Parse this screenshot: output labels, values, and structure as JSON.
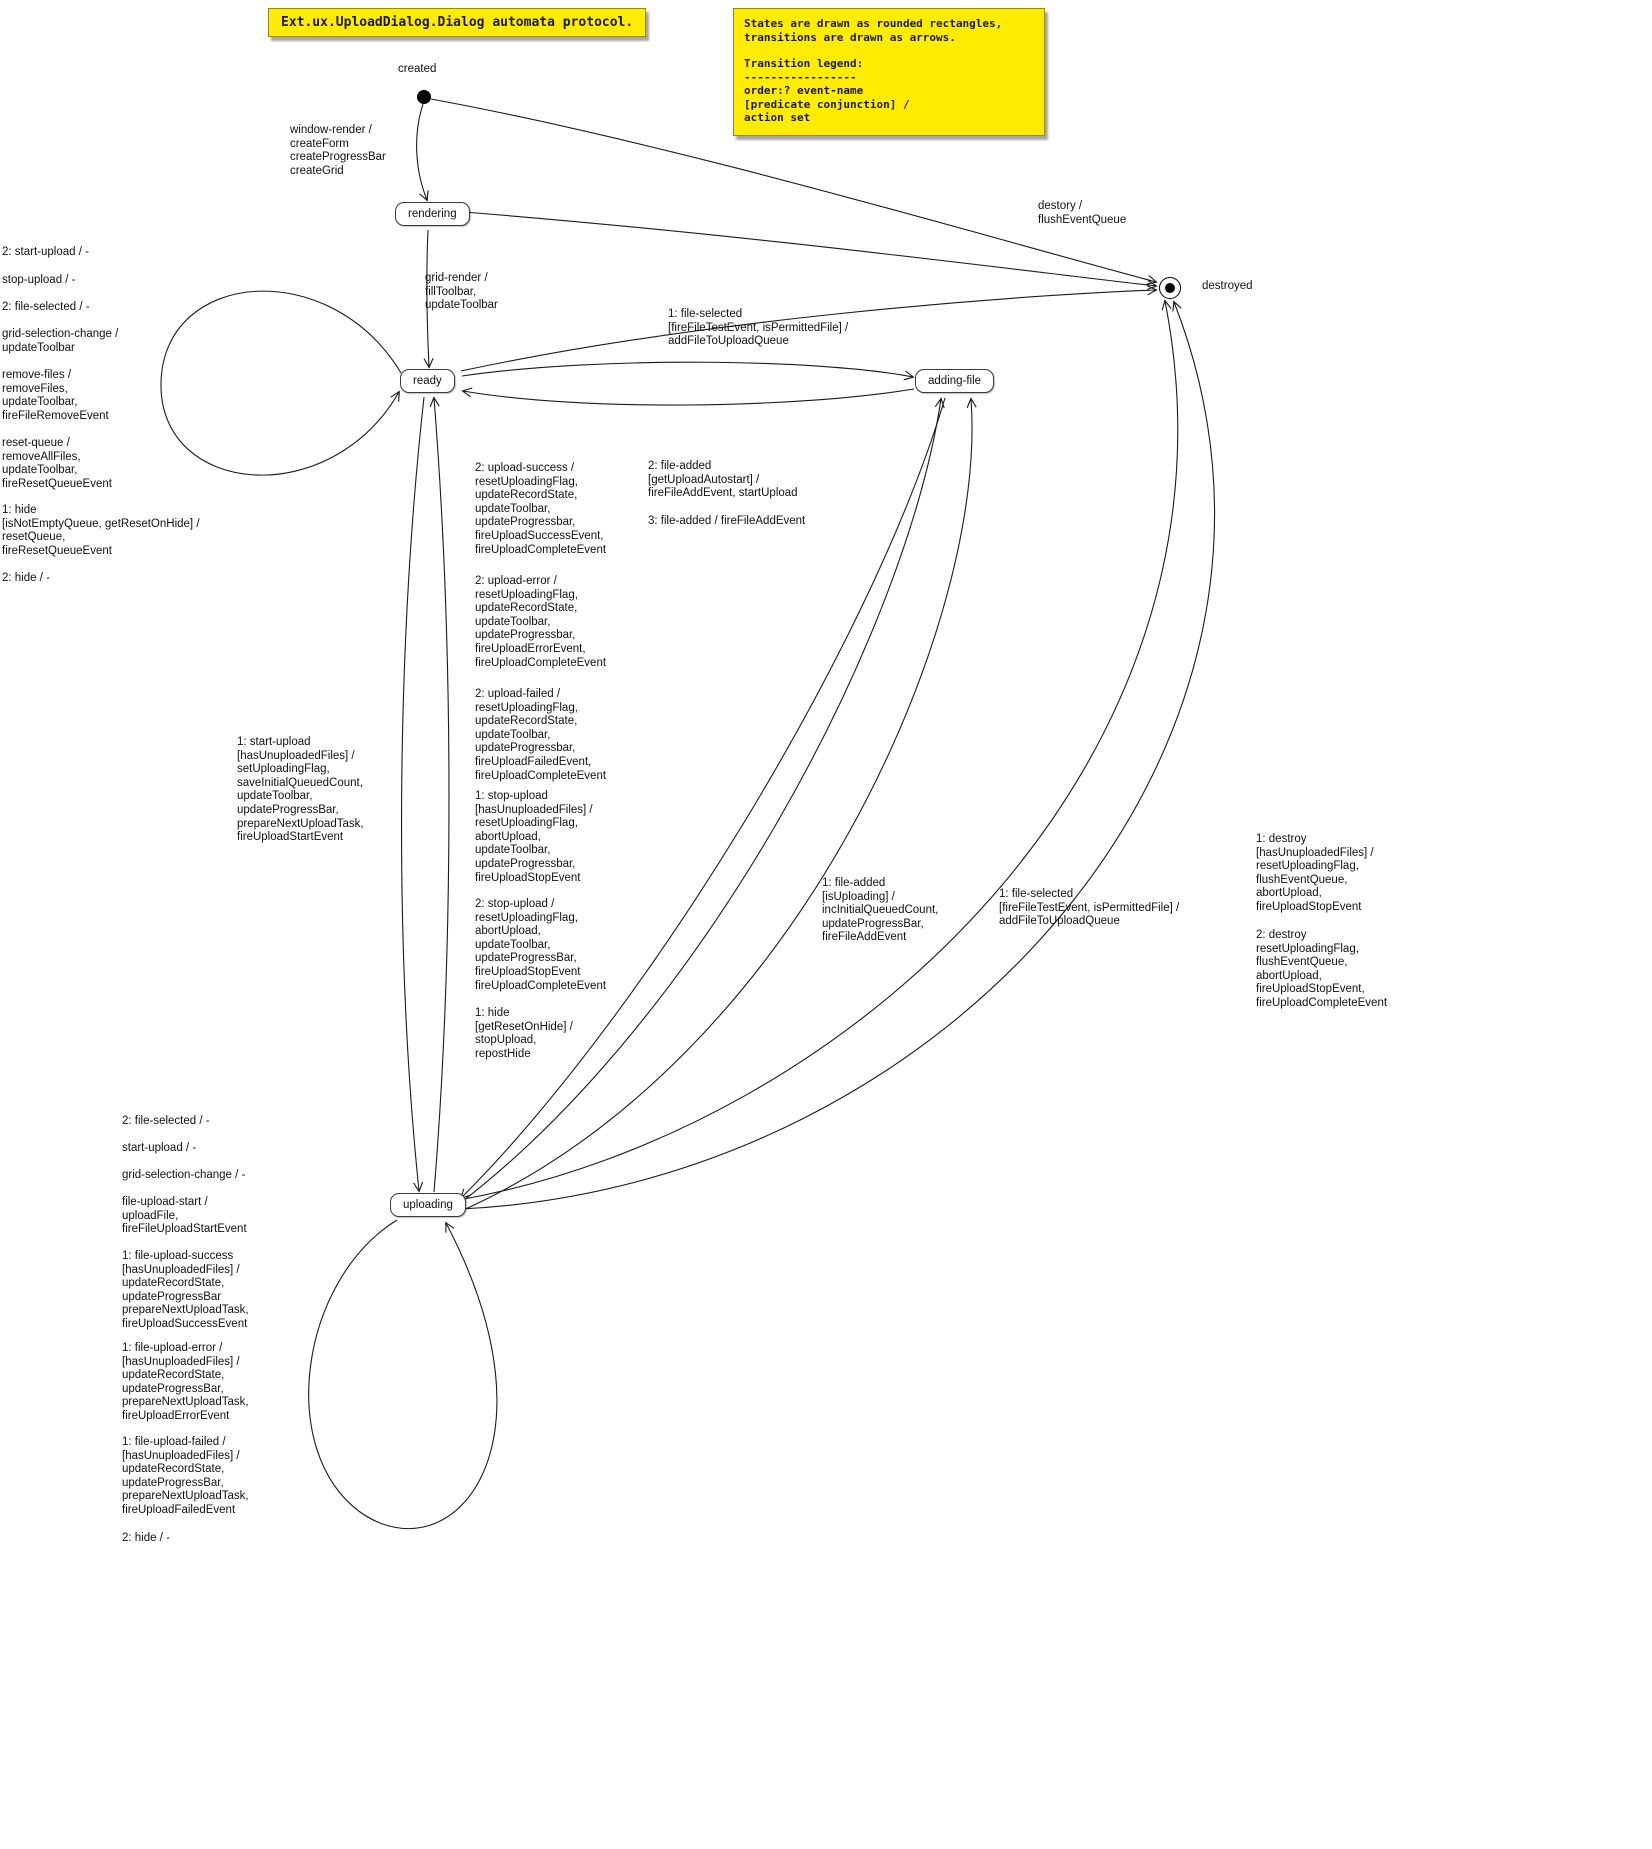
{
  "title": "Ext.ux.UploadDialog.Dialog automata protocol.",
  "legend": {
    "intro": "States are drawn as rounded rectangles,\ntransitions are drawn as arrows.",
    "heading": "Transition legend:",
    "divider": "-----------------",
    "lines": "order:? event-name\n[predicate conjunction] /\naction set"
  },
  "states": {
    "created": "created",
    "rendering": "rendering",
    "ready": "ready",
    "adding_file": "adding-file",
    "uploading": "uploading",
    "destroyed": "destroyed"
  },
  "labels": {
    "window_render": "window-render /\ncreateForm\ncreateProgressBar\ncreateGrid",
    "grid_render": "grid-render /\nfillToolbar,\nupdateToolbar",
    "destory": "destory /\nflushEventQueue",
    "ready_self": [
      "2: start-upload / -",
      "stop-upload / -",
      "2: file-selected / -",
      "grid-selection-change /\nupdateToolbar",
      "remove-files /\nremoveFiles,\nupdateToolbar,\nfireFileRemoveEvent",
      "reset-queue /\nremoveAllFiles,\nupdateToolbar,\nfireResetQueueEvent",
      "1: hide\n[isNotEmptyQueue, getResetOnHide] /\nresetQueue,\nfireResetQueueEvent",
      "2: hide / -"
    ],
    "file_selected_ready": "1: file-selected\n[fireFileTestEvent, isPermittedFile] /\naddFileToUploadQueue",
    "file_added_2": "2: file-added\n[getUploadAutostart] /\nfireFileAddEvent, startUpload",
    "file_added_3": "3: file-added / fireFileAddEvent",
    "uploading_to_ready": [
      "2: upload-success /\nresetUploadingFlag,\nupdateRecordState,\nupdateToolbar,\nupdateProgressbar,\nfireUploadSuccessEvent,\nfireUploadCompleteEvent",
      "2: upload-error /\nresetUploadingFlag,\nupdateRecordState,\nupdateToolbar,\nupdateProgressbar,\nfireUploadErrorEvent,\nfireUploadCompleteEvent",
      "2: upload-failed /\nresetUploadingFlag,\nupdateRecordState,\nupdateToolbar,\nupdateProgressbar,\nfireUploadFailedEvent,\nfireUploadCompleteEvent",
      "1: stop-upload\n[hasUnuploadedFiles] /\nresetUploadingFlag,\nabortUpload,\nupdateToolbar,\nupdateProgressbar,\nfireUploadStopEvent",
      "2: stop-upload /\nresetUploadingFlag,\nabortUpload,\nupdateToolbar,\nupdateProgressBar,\nfireUploadStopEvent\nfireUploadCompleteEvent",
      "1: hide\n[getResetOnHide] /\nstopUpload,\nrepostHide"
    ],
    "start_upload": "1: start-upload\n[hasUnuploadedFiles] /\nsetUploadingFlag,\nsaveInitialQueuedCount,\nupdateToolbar,\nupdateProgressBar,\nprepareNextUploadTask,\nfireUploadStartEvent",
    "uploading_self": [
      "2: file-selected / -",
      "start-upload / -",
      "grid-selection-change / -",
      "file-upload-start /\nuploadFile,\nfireFileUploadStartEvent",
      "1: file-upload-success\n[hasUnuploadedFiles] /\nupdateRecordState,\nupdateProgressBar\nprepareNextUploadTask,\nfireUploadSuccessEvent",
      "1: file-upload-error /\n[hasUnuploadedFiles] /\nupdateRecordState,\nupdateProgressBar,\nprepareNextUploadTask,\nfireUploadErrorEvent",
      "1: file-upload-failed /\n[hasUnuploadedFiles] /\nupdateRecordState,\nupdateProgressBar,\nprepareNextUploadTask,\nfireUploadFailedEvent",
      "2: hide / -"
    ],
    "file_added_isuploading": "1: file-added\n[isUploading] /\nincInitialQueuedCount,\nupdateProgressBar,\nfireFileAddEvent",
    "file_selected_uploading": "1: file-selected\n[fireFileTestEvent, isPermittedFile] /\naddFileToUploadQueue",
    "destroy_1": "1: destroy\n[hasUnuploadedFiles] /\nresetUploadingFlag,\nflushEventQueue,\nabortUpload,\nfireUploadStopEvent",
    "destroy_2": "2: destroy\nresetUploadingFlag,\nflushEventQueue,\nabortUpload,\nfireUploadStopEvent,\nfireUploadCompleteEvent"
  }
}
